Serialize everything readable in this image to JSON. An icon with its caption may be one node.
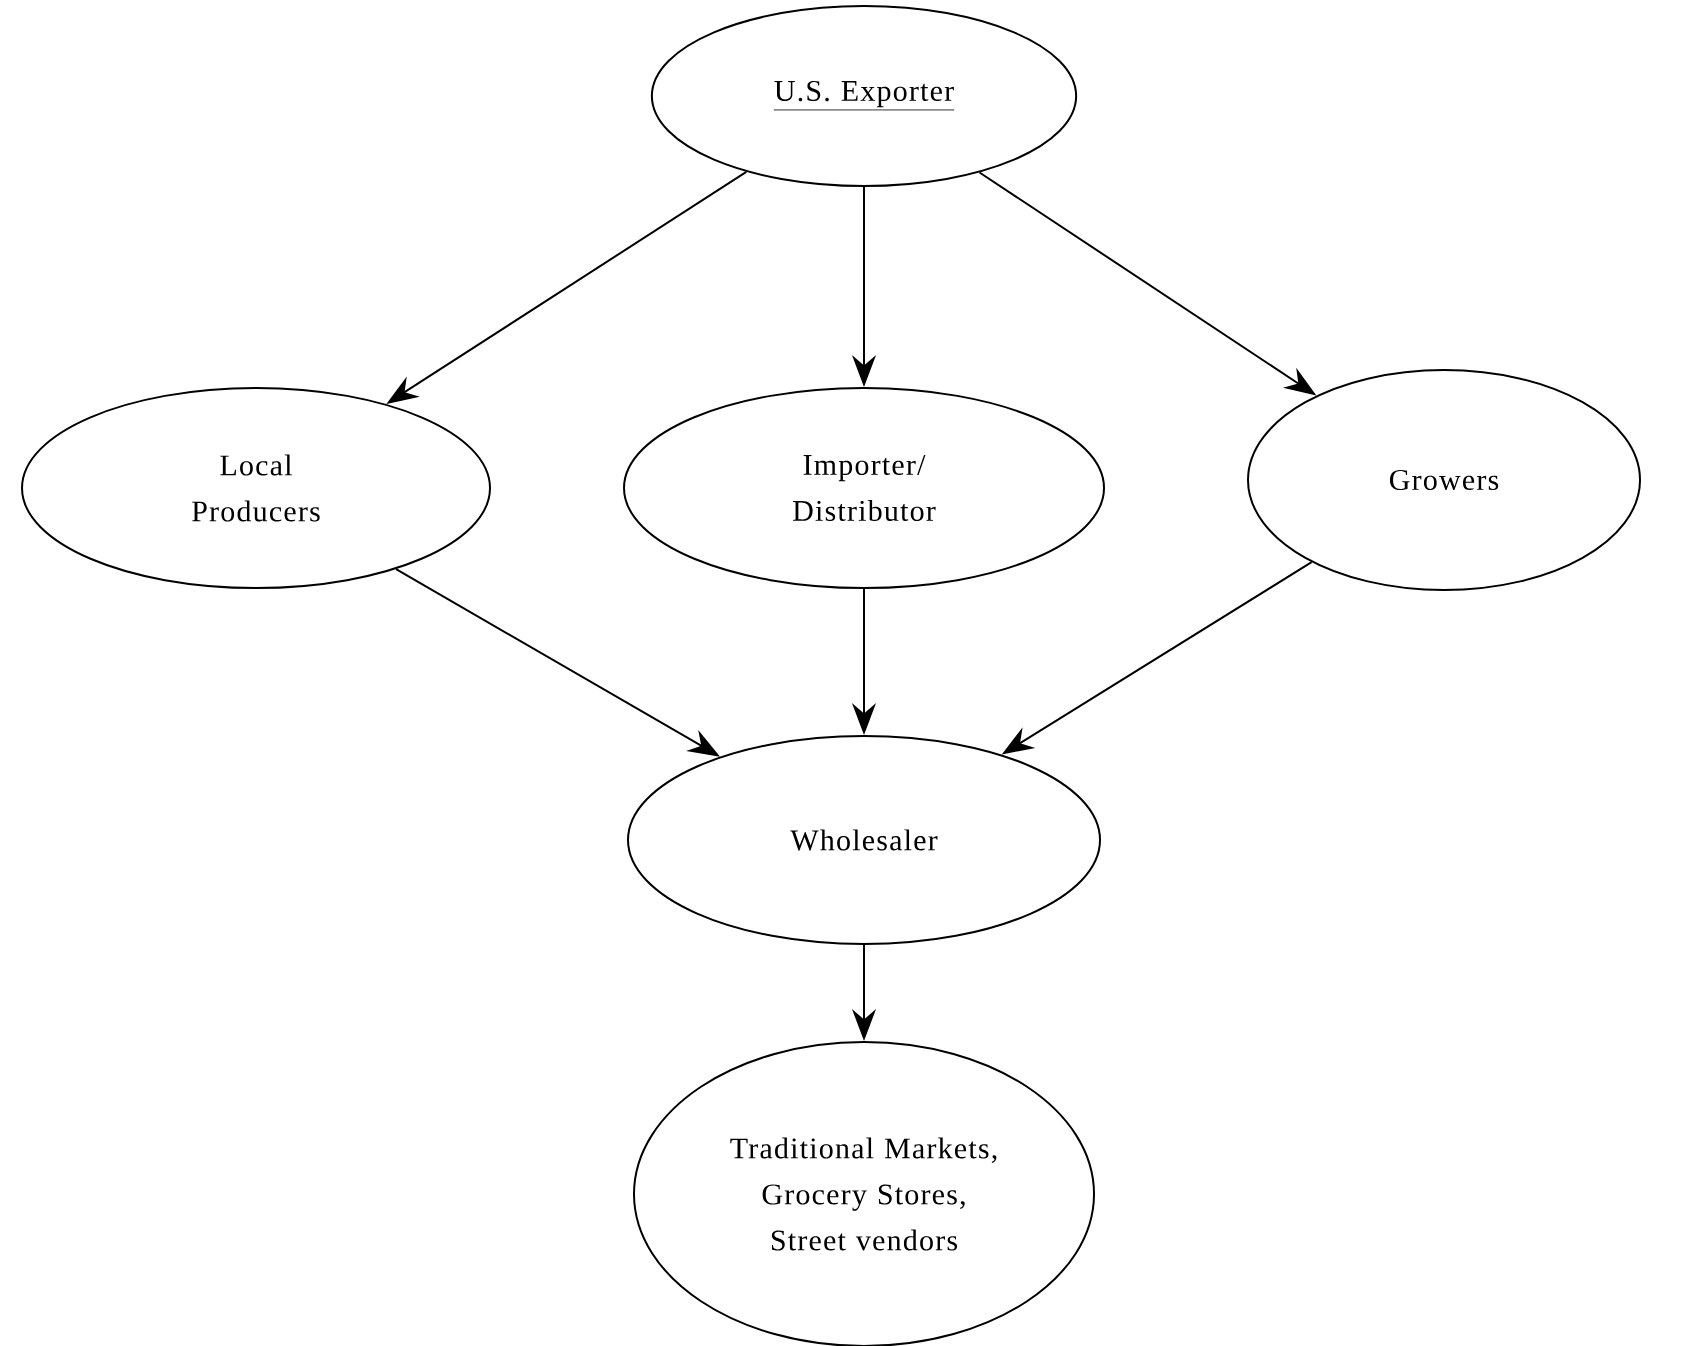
{
  "diagram": {
    "nodes": [
      {
        "text": [
          "U.S. Exporter"
        ]
      },
      {
        "text": [
          "Local Producers"
        ]
      },
      {
        "text": [
          "Importer/ Distributor"
        ]
      },
      {
        "text": [
          "Growers"
        ]
      },
      {
        "text": [
          "Wholesaler"
        ]
      },
      {
        "text": [
          "Traditional Markets, Grocery Stores, Street vendors"
        ]
      }
    ],
    "edges": [
      {
        "from": 0,
        "to": 1,
        "arrow": "to"
      },
      {
        "from": 0,
        "to": 2,
        "arrow": "to"
      },
      {
        "from": 0,
        "to": 3,
        "arrow": "to"
      },
      {
        "from": 1,
        "to": 4,
        "arrow": "to"
      },
      {
        "from": 2,
        "to": 4,
        "arrow": "to"
      },
      {
        "from": 3,
        "to": 4,
        "arrow": "to"
      },
      {
        "from": 4,
        "to": 5,
        "arrow": "to"
      }
    ]
  }
}
